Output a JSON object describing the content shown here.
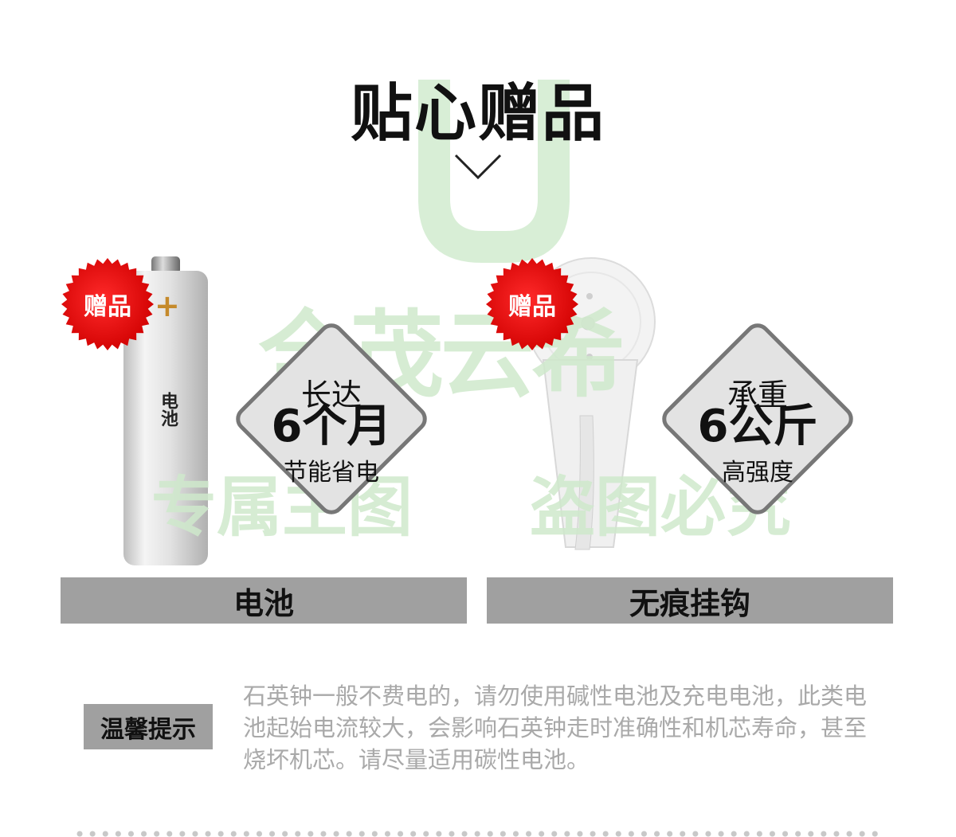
{
  "title": "贴心赠品",
  "icons": {
    "chevron": "chevron-down-icon"
  },
  "gifts": [
    {
      "badge": "赠品",
      "image_label": "电池",
      "plus_sign": "+",
      "diamond": {
        "line1": "长达",
        "line2": "6个月",
        "line3": "节能省电"
      },
      "name": "电池"
    },
    {
      "badge": "赠品",
      "diamond": {
        "line1": "承重",
        "line2": "6公斤",
        "line3": "高强度"
      },
      "name": "无痕挂钩"
    }
  ],
  "tip": {
    "label": "温馨提示",
    "text": "石英钟一般不费电的，请勿使用碱性电池及充电电池，此类电池起始电流较大，会影响石英钟走时准确性和机芯寿命，甚至烧坏机芯。请尽量适用碳性电池。"
  },
  "watermarks": [
    "全茂云希",
    "专属主图",
    "盗图必究"
  ],
  "colors": {
    "accent_red": "#e00000",
    "bar_gray": "#a0a0a0",
    "diamond_fill": "#e3e3e3",
    "diamond_border": "#777777",
    "watermark_green": "#cfe9cc",
    "tip_text": "#a9a9a9"
  }
}
